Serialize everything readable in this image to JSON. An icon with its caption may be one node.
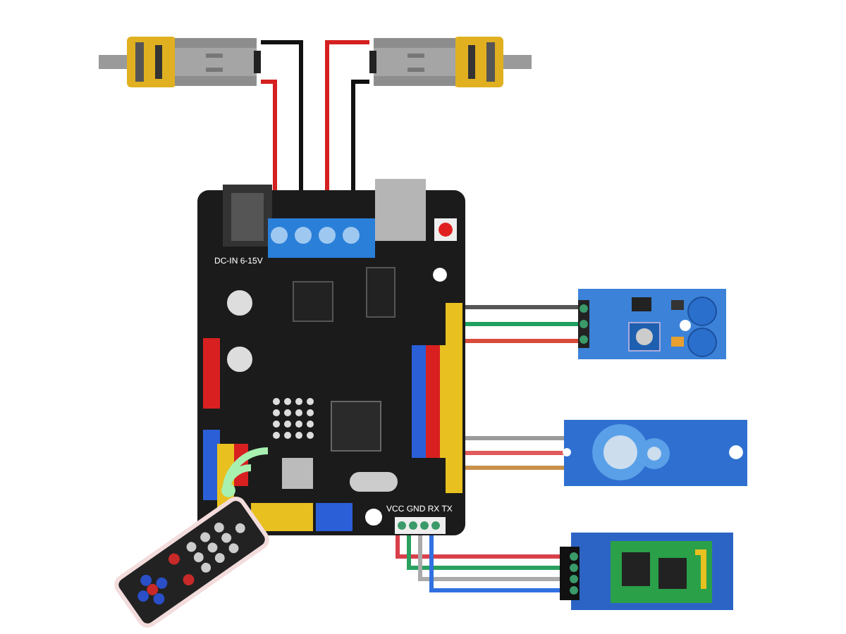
{
  "diagram": {
    "nodes": [
      {
        "text": [],
        "shape": "picture"
      },
      {
        "text": [],
        "shape": "picture"
      },
      {
        "text": [],
        "shape": "picture"
      },
      {
        "text": [],
        "shape": "picture"
      },
      {
        "text": [],
        "shape": "picture"
      },
      {
        "text": [],
        "shape": "picture"
      },
      {
        "text": [],
        "shape": "picture"
      }
    ],
    "edges": [
      {
        "from": 0,
        "to": 2,
        "arrow": "none",
        "color": "#d42020"
      },
      {
        "from": 0,
        "to": 2,
        "arrow": "none",
        "color": "#111111"
      },
      {
        "from": 1,
        "to": 2,
        "arrow": "none",
        "color": "#d42020"
      },
      {
        "from": 1,
        "to": 2,
        "arrow": "none",
        "color": "#111111"
      },
      {
        "from": 2,
        "to": 3,
        "arrow": "none",
        "color": "#555555"
      },
      {
        "from": 2,
        "to": 3,
        "arrow": "none",
        "color": "#1fa060"
      },
      {
        "from": 2,
        "to": 3,
        "arrow": "none",
        "color": "#d84a3a"
      },
      {
        "from": 2,
        "to": 4,
        "arrow": "none",
        "color": "#9a9a9a"
      },
      {
        "from": 2,
        "to": 4,
        "arrow": "none",
        "color": "#e05a5a"
      },
      {
        "from": 2,
        "to": 4,
        "arrow": "none",
        "color": "#c8904a"
      },
      {
        "from": 2,
        "to": 5,
        "arrow": "none",
        "color": "#d8404a"
      },
      {
        "from": 2,
        "to": 5,
        "arrow": "none",
        "color": "#2aa060"
      },
      {
        "from": 2,
        "to": 5,
        "arrow": "none",
        "color": "#aaaaaa"
      },
      {
        "from": 2,
        "to": 5,
        "arrow": "none",
        "color": "#3070e0"
      }
    ],
    "labels": [
      "DC-IN 6-15V",
      "VCC GND RX TX"
    ]
  }
}
